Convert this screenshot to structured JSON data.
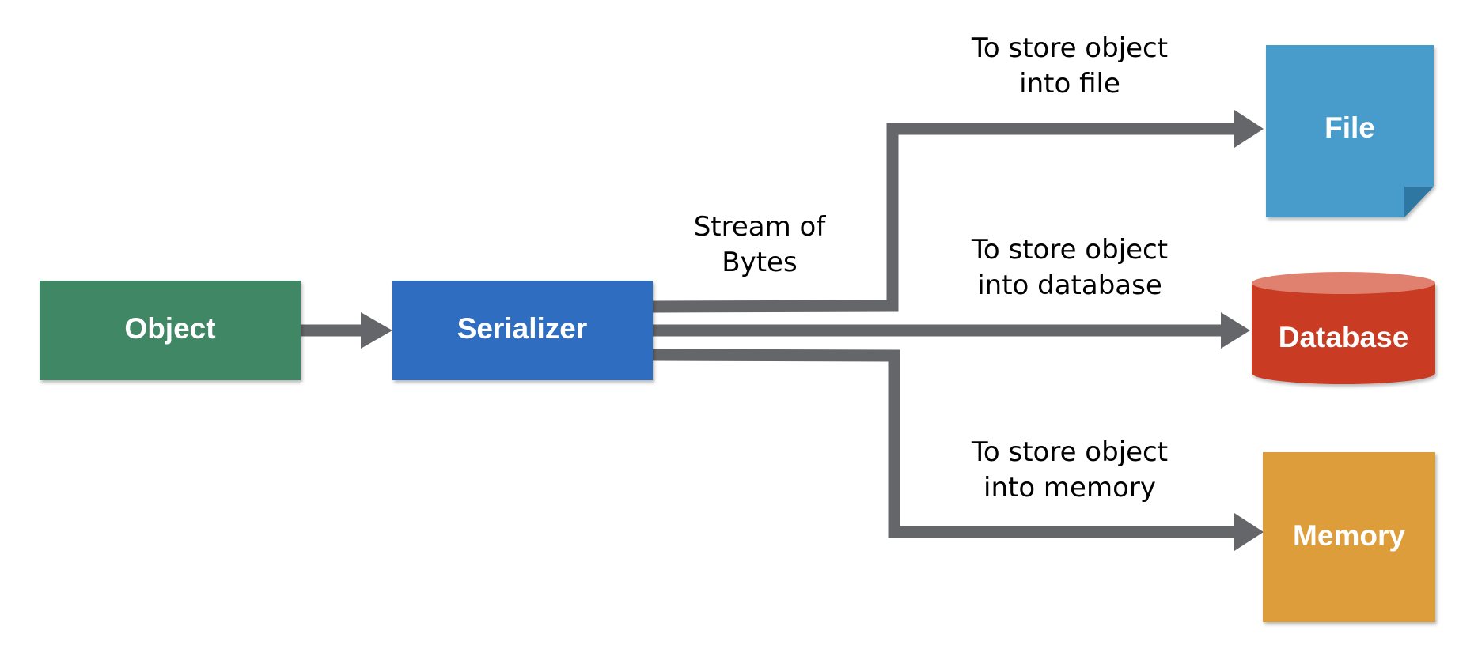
{
  "nodes": {
    "object": {
      "label": "Object",
      "color": "#3f8766"
    },
    "serializer": {
      "label": "Serializer",
      "color": "#2f6dbf"
    },
    "file": {
      "label": "File",
      "color": "#469ccb",
      "fold_color": "#2f77a3"
    },
    "database": {
      "label": "Database",
      "color": "#c93b24",
      "top_color": "#e0806f"
    },
    "memory": {
      "label": "Memory",
      "color": "#dd9d3a"
    }
  },
  "edges": {
    "stream": {
      "line1": "Stream of",
      "line2": "Bytes"
    },
    "file": {
      "line1": "To store object",
      "line2": "into file"
    },
    "database": {
      "line1": "To store object",
      "line2": "into database"
    },
    "memory": {
      "line1": "To store object",
      "line2": "into memory"
    }
  },
  "arrow_color": "#64666a"
}
